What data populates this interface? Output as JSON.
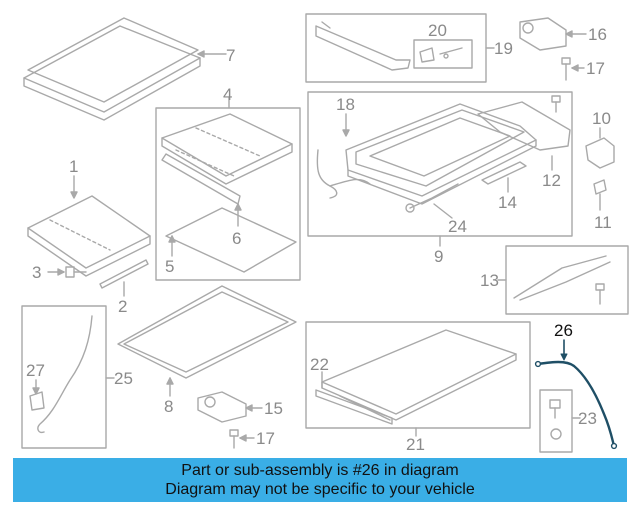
{
  "callouts": {
    "c1": "1",
    "c2": "2",
    "c3": "3",
    "c4": "4",
    "c5": "5",
    "c6": "6",
    "c7": "7",
    "c8": "8",
    "c9": "9",
    "c10": "10",
    "c11": "11",
    "c12": "12",
    "c13": "13",
    "c14": "14",
    "c15": "15",
    "c16": "16",
    "c17a": "17",
    "c17b": "17",
    "c18": "18",
    "c19": "19",
    "c20": "20",
    "c21": "21",
    "c22": "22",
    "c23": "23",
    "c24": "24",
    "c25": "25",
    "c26": "26",
    "c27": "27"
  },
  "banner": {
    "line1": "Part or sub-assembly is #26 in diagram",
    "line2": "Diagram may not be specific to your vehicle"
  },
  "colors": {
    "line": "#a9a9a9",
    "highlight": "#1f4f66",
    "banner": "#3aaee6"
  }
}
